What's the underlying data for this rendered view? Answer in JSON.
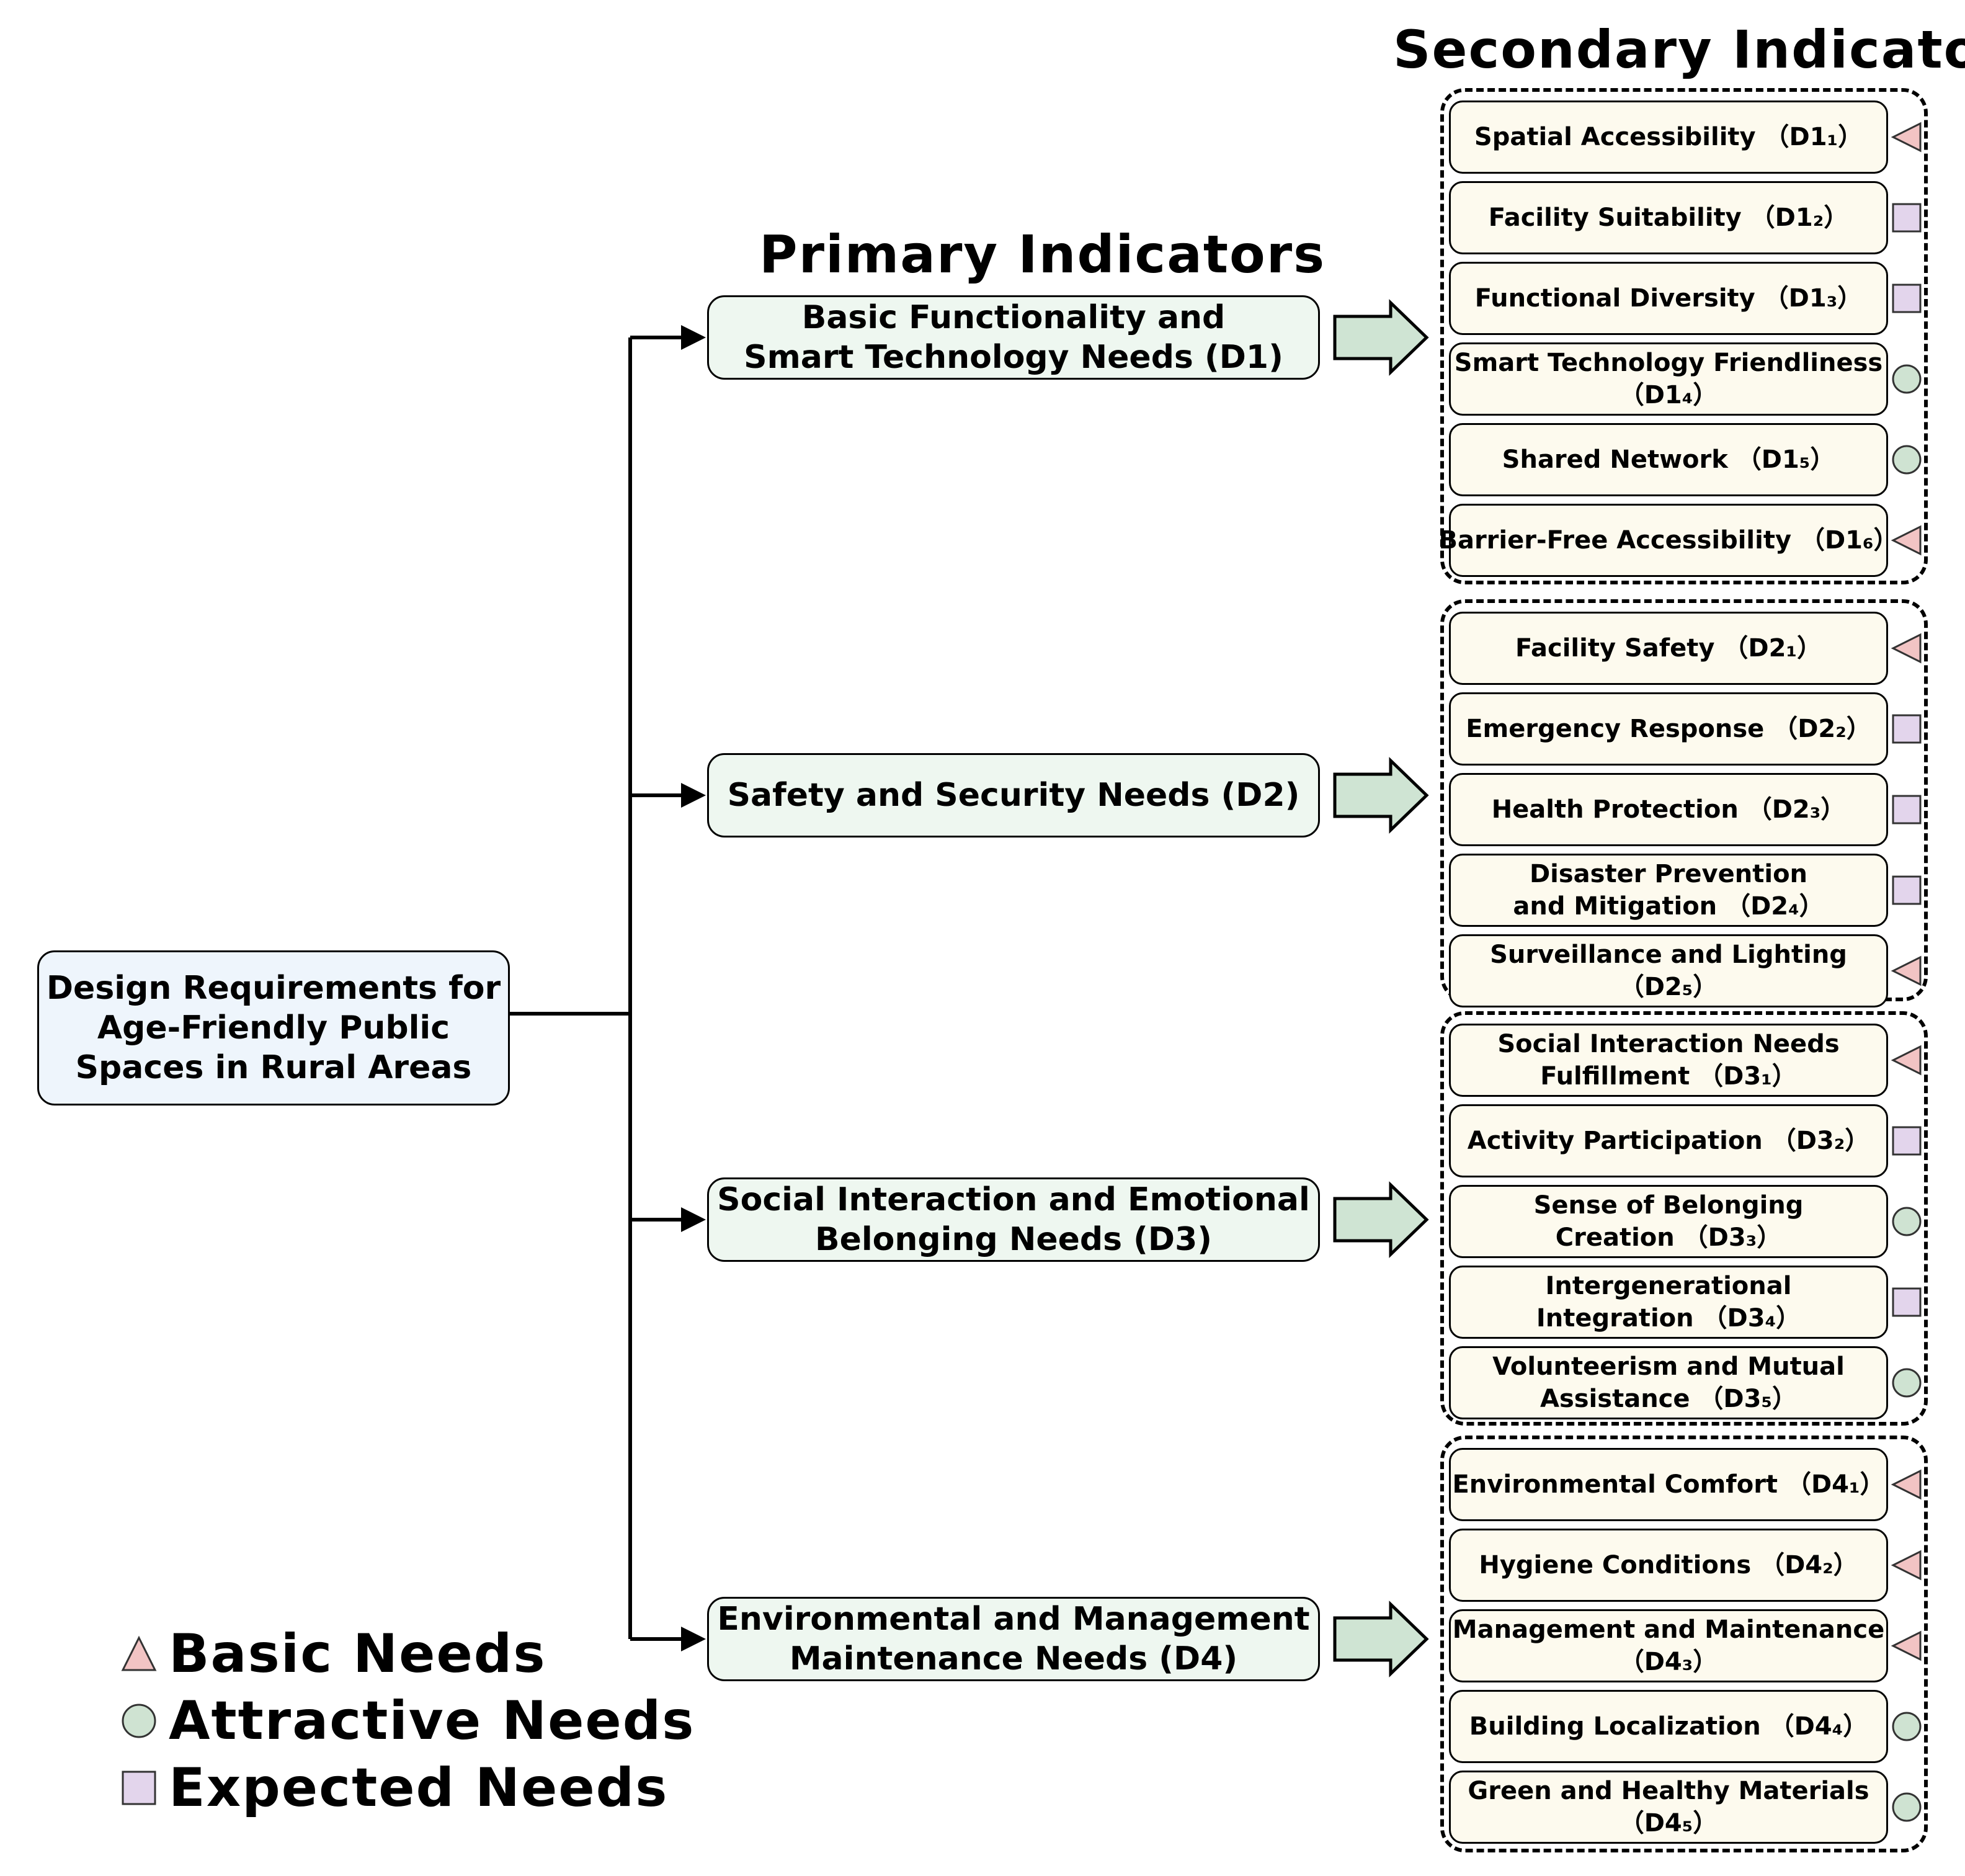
{
  "titles": {
    "primary": "Primary Indicators",
    "secondary": "Secondary Indicators"
  },
  "root": {
    "lines": [
      "Design Requirements for",
      "Age-Friendly Public",
      "Spaces in Rural Areas"
    ]
  },
  "primary": [
    {
      "id": "D1",
      "lines": [
        "Basic Functionality and",
        "Smart Technology Needs (D1)"
      ]
    },
    {
      "id": "D2",
      "lines": [
        "Safety and Security Needs (D2)"
      ]
    },
    {
      "id": "D3",
      "lines": [
        "Social Interaction and Emotional",
        "Belonging Needs (D3)"
      ]
    },
    {
      "id": "D4",
      "lines": [
        "Environmental and Management",
        "Maintenance Needs (D4)"
      ]
    }
  ],
  "groups": [
    {
      "parent": "D1",
      "items": [
        {
          "lines": [
            "Spatial Accessibility （D1₁）"
          ],
          "type": "basic"
        },
        {
          "lines": [
            "Facility Suitability （D1₂）"
          ],
          "type": "expected"
        },
        {
          "lines": [
            "Functional Diversity （D1₃）"
          ],
          "type": "expected"
        },
        {
          "lines": [
            "Smart Technology Friendliness",
            "（D1₄）"
          ],
          "type": "attractive"
        },
        {
          "lines": [
            "Shared Network （D1₅）"
          ],
          "type": "attractive"
        },
        {
          "lines": [
            "Barrier-Free Accessibility （D1₆）"
          ],
          "type": "basic"
        }
      ]
    },
    {
      "parent": "D2",
      "items": [
        {
          "lines": [
            "Facility Safety （D2₁）"
          ],
          "type": "basic"
        },
        {
          "lines": [
            "Emergency Response （D2₂）"
          ],
          "type": "expected"
        },
        {
          "lines": [
            "Health Protection （D2₃）"
          ],
          "type": "expected"
        },
        {
          "lines": [
            "Disaster Prevention",
            "and Mitigation （D2₄）"
          ],
          "type": "expected"
        },
        {
          "lines": [
            "Surveillance and Lighting",
            "（D2₅）"
          ],
          "type": "basic"
        }
      ]
    },
    {
      "parent": "D3",
      "items": [
        {
          "lines": [
            "Social Interaction Needs",
            "Fulfillment （D3₁）"
          ],
          "type": "basic"
        },
        {
          "lines": [
            "Activity Participation （D3₂）"
          ],
          "type": "expected"
        },
        {
          "lines": [
            "Sense of Belonging",
            "Creation （D3₃）"
          ],
          "type": "attractive"
        },
        {
          "lines": [
            "Intergenerational",
            "Integration （D3₄）"
          ],
          "type": "expected"
        },
        {
          "lines": [
            "Volunteerism and Mutual",
            "Assistance （D3₅）"
          ],
          "type": "attractive"
        }
      ]
    },
    {
      "parent": "D4",
      "items": [
        {
          "lines": [
            "Environmental Comfort （D4₁）"
          ],
          "type": "basic"
        },
        {
          "lines": [
            "Hygiene Conditions （D4₂）"
          ],
          "type": "basic"
        },
        {
          "lines": [
            "Management and Maintenance",
            "（D4₃）"
          ],
          "type": "basic"
        },
        {
          "lines": [
            "Building Localization （D4₄）"
          ],
          "type": "attractive"
        },
        {
          "lines": [
            "Green and Healthy Materials",
            "（D4₅）"
          ],
          "type": "attractive"
        }
      ]
    }
  ],
  "legend": [
    {
      "type": "basic",
      "label": "Basic Needs"
    },
    {
      "type": "attractive",
      "label": "Attractive Needs"
    },
    {
      "type": "expected",
      "label": "Expected Needs"
    }
  ],
  "colors": {
    "basic": "#f2c4c4",
    "attractive": "#cfe3d2",
    "expected": "#e3d5ec",
    "arrow_fill": "#cfe4d3"
  }
}
